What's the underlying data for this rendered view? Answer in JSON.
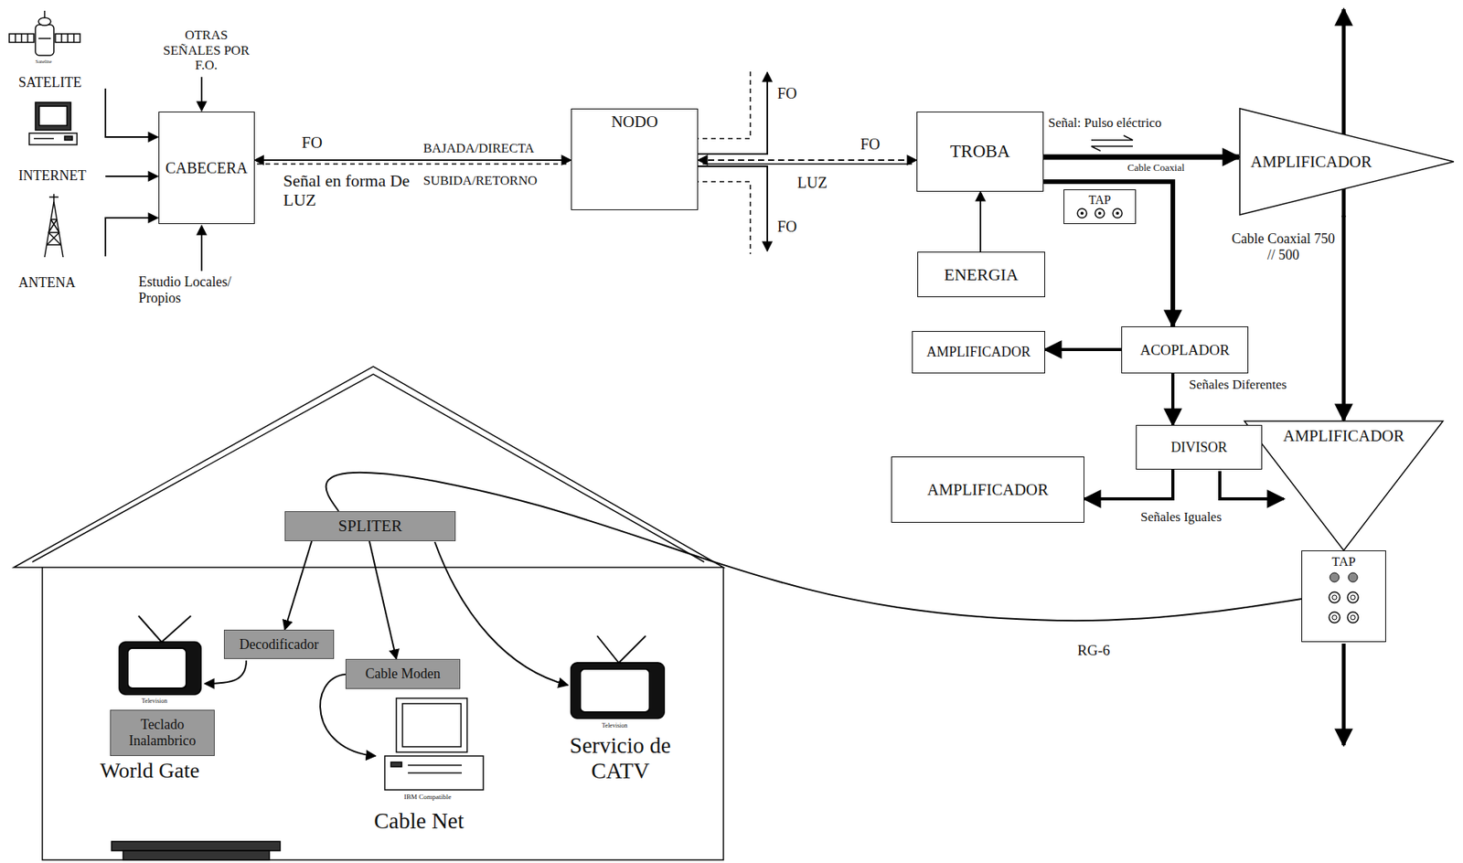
{
  "diagram": {
    "nodes": [
      {
        "text": [
          "CABECERA"
        ]
      },
      {
        "text": [
          "NODO"
        ]
      },
      {
        "text": [
          "TROBA"
        ]
      },
      {
        "text": [
          "ENERGIA"
        ]
      },
      {
        "text": [
          "AMPLIFICADOR"
        ]
      },
      {
        "text": [
          "TAP"
        ]
      },
      {
        "text": [
          "AMPLIFICADOR"
        ]
      },
      {
        "text": [
          "ACOPLADOR"
        ]
      },
      {
        "text": [
          "AMPLIFICADOR"
        ]
      },
      {
        "text": [
          "DIVISOR"
        ]
      },
      {
        "text": [
          "AMPLIFICADOR"
        ]
      },
      {
        "text": [
          "TAP"
        ]
      },
      {
        "text": [
          "SPLITER"
        ]
      },
      {
        "text": [
          "Decodificador"
        ]
      },
      {
        "text": [
          "Cable Moden"
        ]
      },
      {
        "text": [
          "Teclado Inalambrico"
        ]
      }
    ],
    "edges": [
      {
        "from": 0,
        "to": 1,
        "arrow": "both"
      },
      {
        "from": 1,
        "to": 2,
        "arrow": "both"
      },
      {
        "from": 3,
        "to": 2,
        "arrow": "to"
      },
      {
        "from": 2,
        "to": 4,
        "arrow": "to"
      },
      {
        "from": 2,
        "to": 7,
        "arrow": "to"
      },
      {
        "from": 4,
        "to": 6,
        "arrow": "to"
      },
      {
        "from": 7,
        "to": 8,
        "arrow": "to"
      },
      {
        "from": 7,
        "to": 9,
        "arrow": "to"
      },
      {
        "from": 9,
        "to": 10,
        "arrow": "to"
      },
      {
        "from": 6,
        "to": 11,
        "arrow": "none"
      },
      {
        "from": 11,
        "to": 12,
        "arrow": "none"
      },
      {
        "from": 12,
        "to": 13,
        "arrow": "to"
      },
      {
        "from": 12,
        "to": 14,
        "arrow": "to"
      }
    ],
    "labels": [
      "OTRAS SEÑALES POR F.O.",
      "SATELITE",
      "Satelite",
      "INTERNET",
      "ANTENA",
      "Estudio Locales/ Propios",
      "FO",
      "Señal en forma De LUZ",
      "BAJADA/DIRECTA",
      "SUBIDA/RETORNO",
      "FO",
      "FO",
      "FO",
      "LUZ",
      "Señal: Pulso eléctrico",
      "Cable Coaxial",
      "Cable Coaxial 750 // 500",
      "Señales Diferentes",
      "Señales Iguales",
      "RG-6",
      "Television",
      "World Gate",
      "IBM Compatible",
      "Cable Net",
      "Television",
      "Servicio de CATV"
    ]
  }
}
